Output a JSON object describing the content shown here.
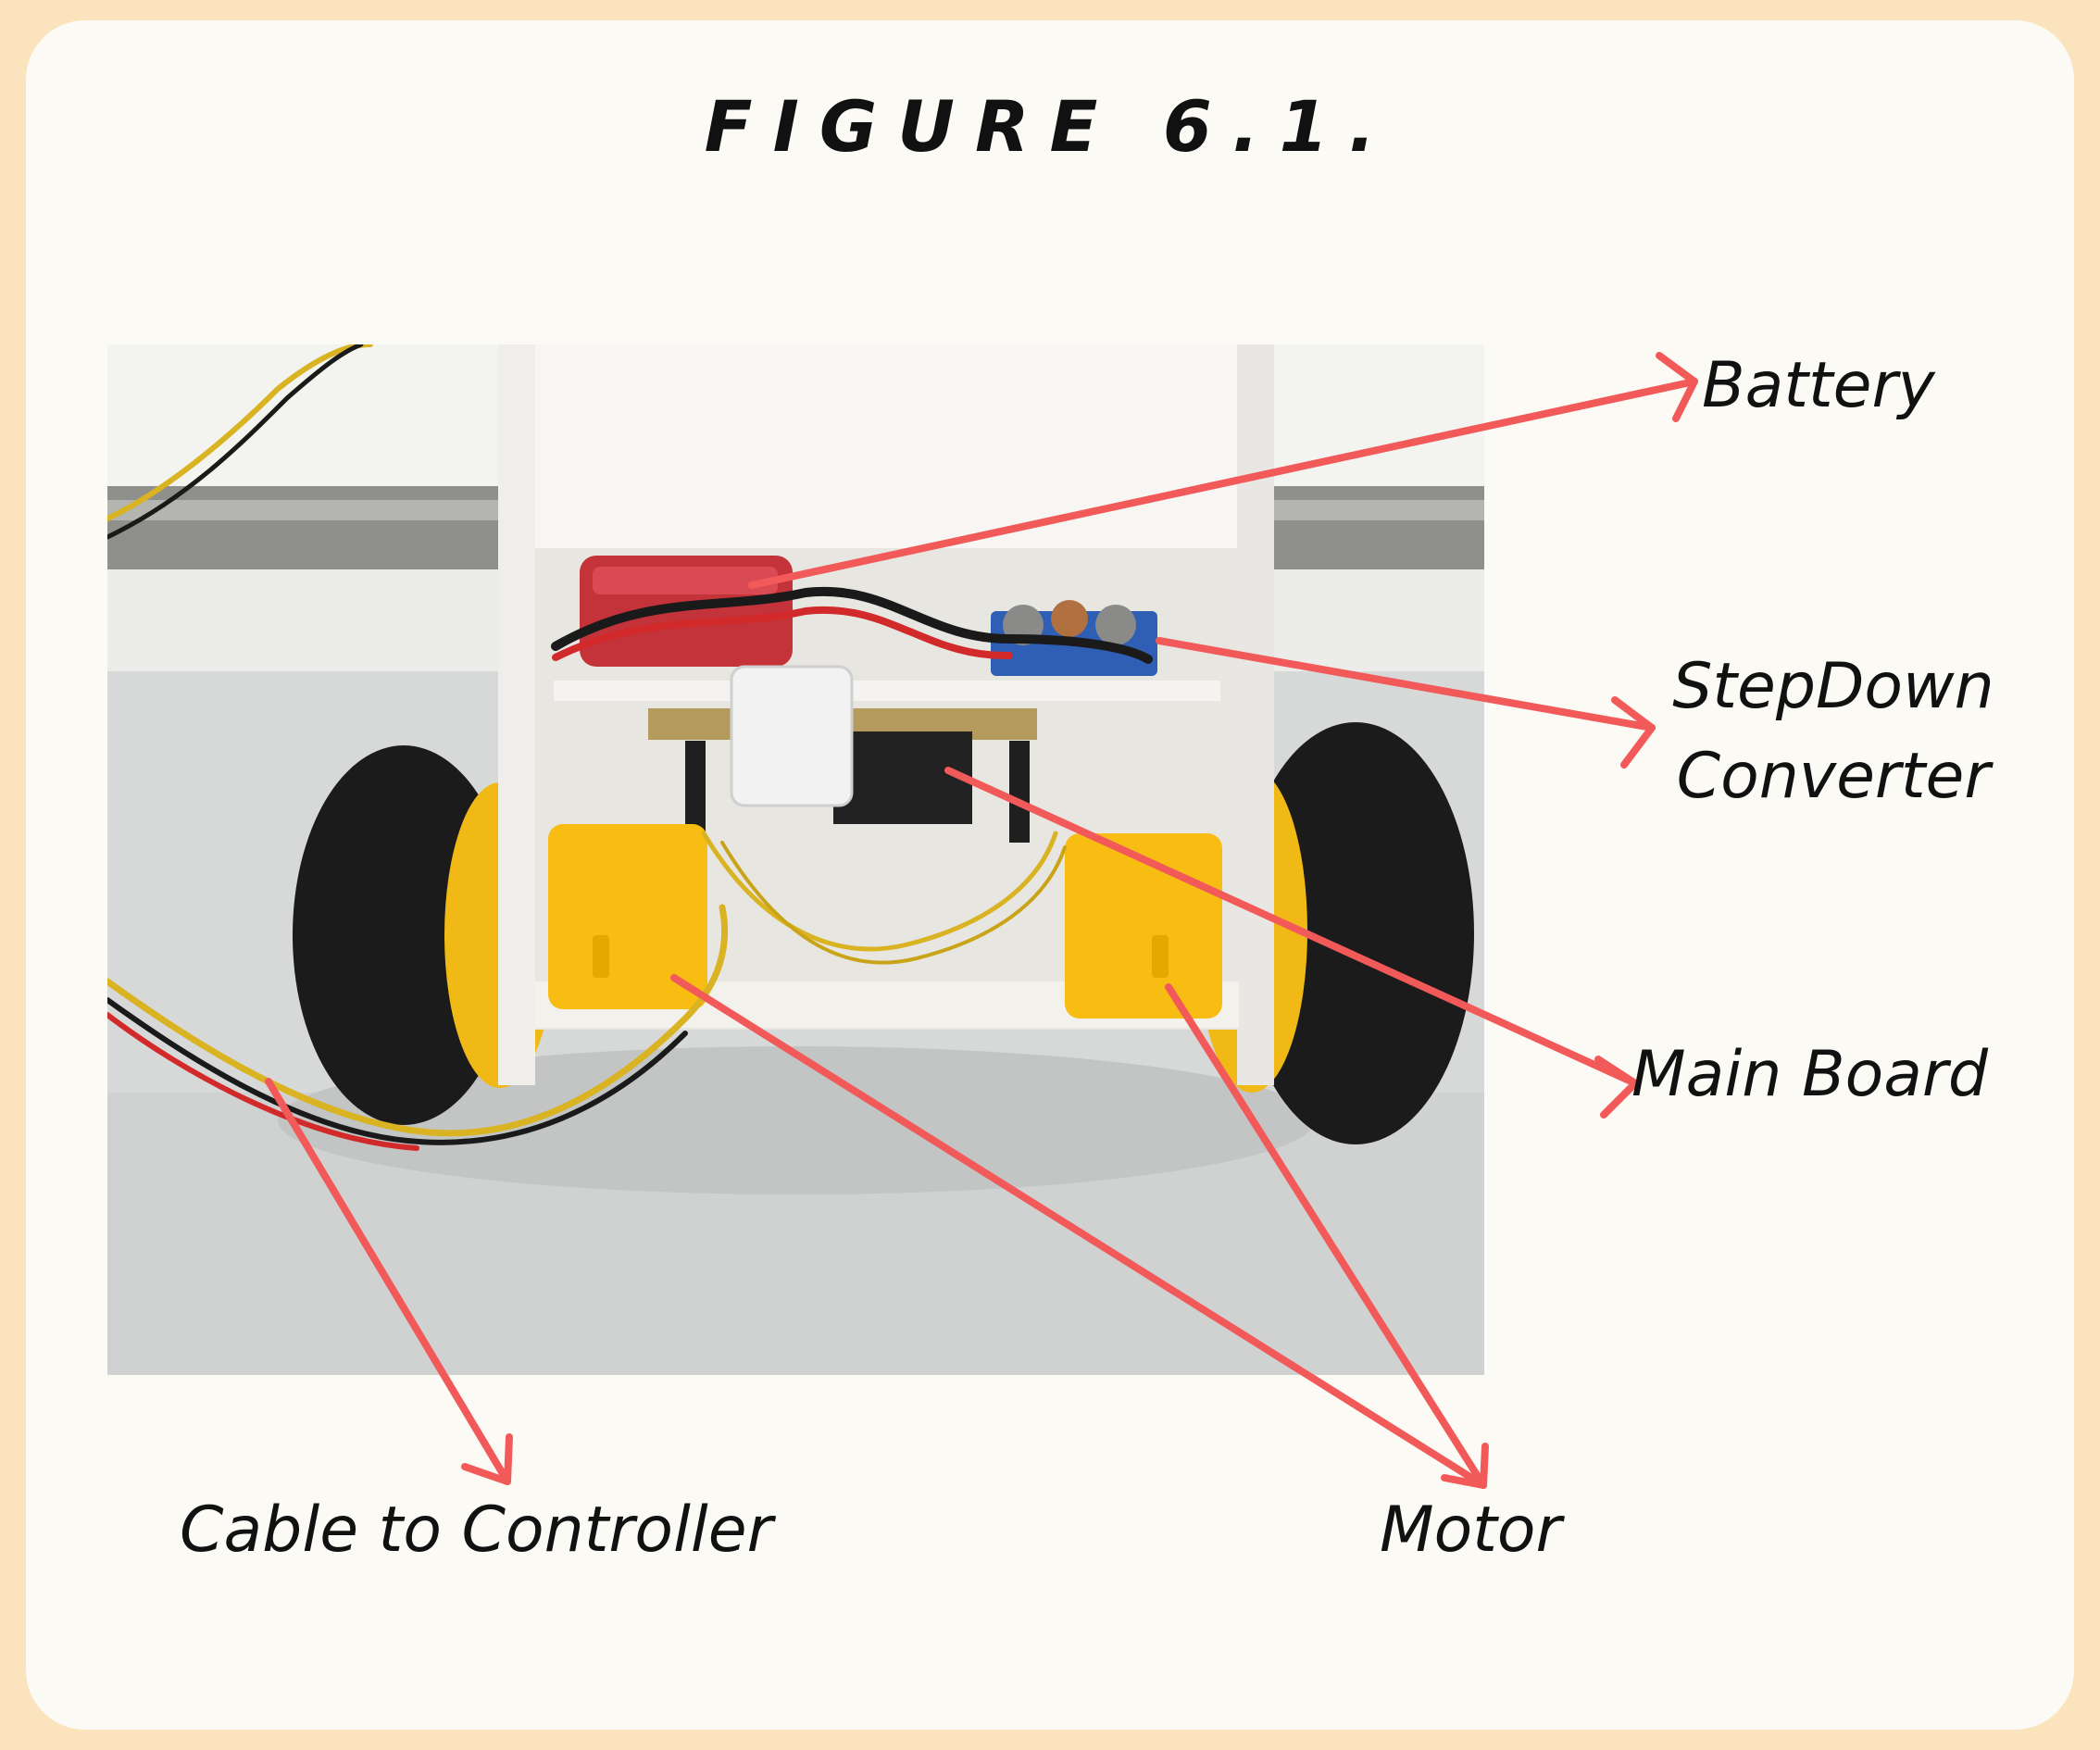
{
  "figure": {
    "title": "FIGURE 6.1."
  },
  "labels": {
    "battery": "Battery",
    "stepdown": "StepDown\nConverter",
    "main_board": "Main Board",
    "cable": "Cable to Controller",
    "motor": "Motor"
  },
  "colors": {
    "page_background": "#fbe4bd",
    "card_background": "#fcfaf5",
    "arrow": "#f25a5a",
    "label_text": "#111111",
    "motor_yellow": "#f7bd12",
    "tire_black": "#1b1b1b",
    "chassis_white": "#f1f0ec",
    "battery_red": "#c4323a",
    "wire_yellow": "#d9b321",
    "wire_red": "#d22a2a"
  },
  "icons": {
    "photo": "robot-chassis-photo",
    "arrows": "red-callout-arrow"
  }
}
